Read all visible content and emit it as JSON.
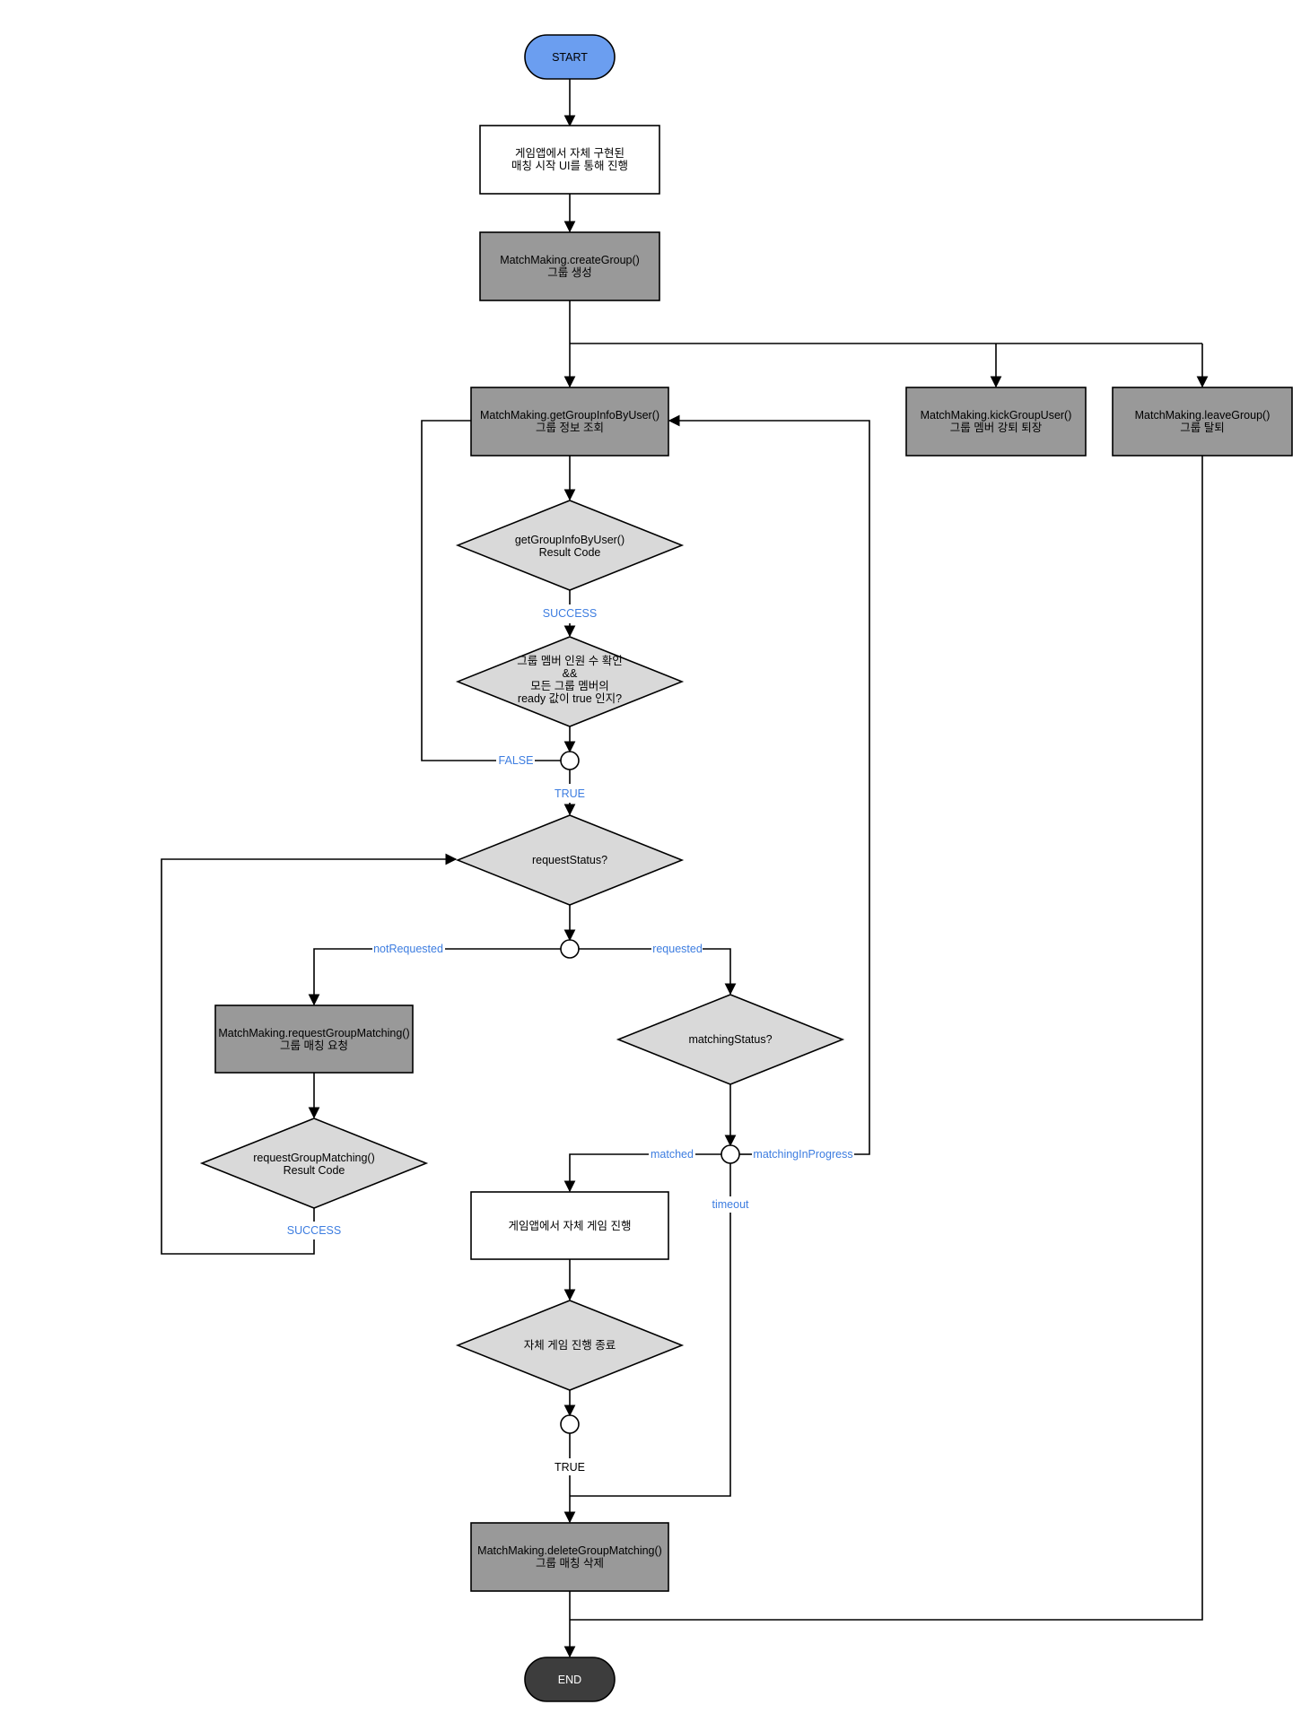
{
  "start": "START",
  "end": "END",
  "nodes": {
    "ui_start": [
      "게임앱에서 자체 구현된",
      "매칭 시작 UI를 통해 진행"
    ],
    "create_group": [
      "MatchMaking.createGroup()",
      "그룹 생성"
    ],
    "get_group_info": [
      "MatchMaking.getGroupInfoByUser()",
      "그룹 정보 조회"
    ],
    "kick_group_user": [
      "MatchMaking.kickGroupUser()",
      "그룹 멤버 강퇴 퇴장"
    ],
    "leave_group": [
      "MatchMaking.leaveGroup()",
      "그룹 탈퇴"
    ],
    "get_info_result": [
      "getGroupInfoByUser()",
      "Result Code"
    ],
    "member_check": [
      "그룹 멤버 인원 수 확인",
      "&&",
      "모든 그룹 멤버의",
      "ready 값이 true 인지?"
    ],
    "request_status": [
      "requestStatus?"
    ],
    "request_group_matching": [
      "MatchMaking.requestGroupMatching()",
      "그룹 매칭 요청"
    ],
    "request_result": [
      "requestGroupMatching()",
      "Result Code"
    ],
    "matching_status": [
      "matchingStatus?"
    ],
    "game_play": [
      "게임앱에서 자체 게임 진행"
    ],
    "game_end": [
      "자체 게임 진행 종료"
    ],
    "delete_group_matching": [
      "MatchMaking.deleteGroupMatching()",
      "그룹 매칭 삭제"
    ]
  },
  "edge_labels": {
    "success_1": "SUCCESS",
    "false_1": "FALSE",
    "true_1": "TRUE",
    "not_requested": "notRequested",
    "requested": "requested",
    "success_2": "SUCCESS",
    "matched": "matched",
    "matching_in_progress": "matchingInProgress",
    "timeout": "timeout",
    "true_2": "TRUE"
  },
  "colors": {
    "start_fill": "#6b9ef0",
    "end_fill": "#3d3d3d",
    "process_fill": "#999999",
    "decision_fill": "#d9d9d9",
    "label_color": "#3d7de0"
  }
}
